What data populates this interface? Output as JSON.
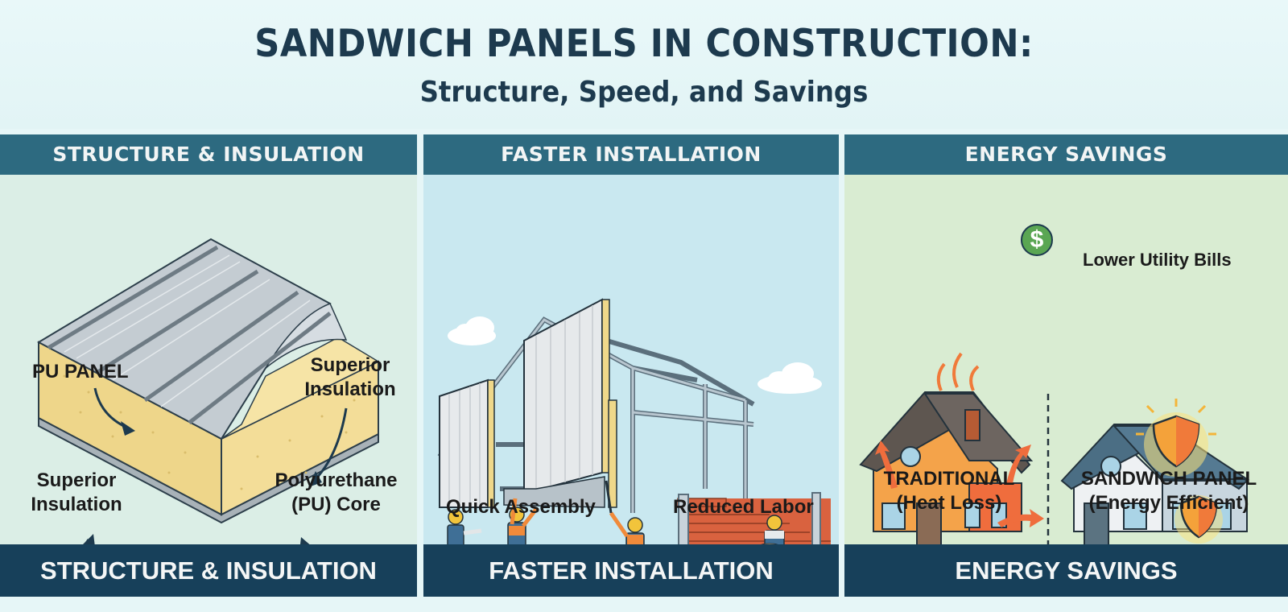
{
  "title": {
    "main": "SANDWICH PANELS IN CONSTRUCTION:",
    "subtitle": "Structure, Speed, and Savings"
  },
  "columns": [
    {
      "header": "STRUCTURE & INSULATION",
      "footer": "STRUCTURE & INSULATION",
      "background": "#dbeee6",
      "labels": {
        "pu_panel": "PU PANEL",
        "superior_top_1": "Superior",
        "superior_top_2": "Insulation",
        "superior_bottom_1": "Superior",
        "superior_bottom_2": "Insulation",
        "core_1": "Polyurethane",
        "core_2": "(PU) Core"
      }
    },
    {
      "header": "FASTER INSTALLATION",
      "footer": "FASTER INSTALLATION",
      "background": "#c9e8f0",
      "labels": {
        "left": "Quick Assembly",
        "right": "Reduced Labor"
      }
    },
    {
      "header": "ENERGY SAVINGS",
      "footer": "ENERGY SAVINGS",
      "background": "#d9ecd2",
      "labels": {
        "bills": "Lower Utility Bills",
        "traditional_1": "TRADITIONAL",
        "traditional_2": "(Heat Loss)",
        "sandwich_1": "SANDWICH PANEL",
        "sandwich_2": "(Energy Efficient)"
      },
      "icons": {
        "dollar": "$"
      }
    }
  ],
  "colors": {
    "header_bar": "#2d6a80",
    "footer_bar": "#17405a",
    "title_text": "#1d3a4e",
    "foam": "#f1dc92",
    "metal": "#b9c2c8",
    "brick": "#d9623f",
    "money_green": "#5aa653",
    "heat_orange": "#f07a3a"
  }
}
